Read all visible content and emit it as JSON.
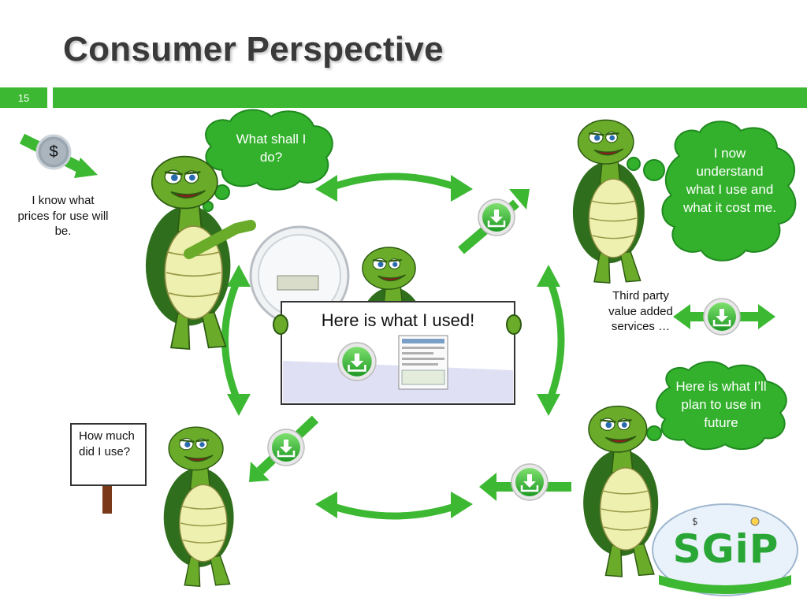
{
  "slide": {
    "title": "Consumer Perspective",
    "number": "15"
  },
  "colors": {
    "accent": "#3cb832",
    "turtle_green": "#6aab2a",
    "shell_dark": "#2f6e1c",
    "belly": "#eef0b0",
    "cloud": "#33b12c",
    "title_text": "#3a3a3a"
  },
  "labels": {
    "price_text": "I know what prices for use will be.",
    "price_symbol": "$",
    "third_party": "Third party value added services …",
    "sign_question": "How much did I use?",
    "center_sign": "Here is what I used!"
  },
  "clouds": {
    "what_shall": "What shall I do?",
    "understand": "I now understand what I use and what it cost me.",
    "plan": "Here is what I’ll  plan to use in future"
  },
  "logo": {
    "text": "SGiP"
  },
  "icons": {
    "download": "download-icon",
    "meter": "meter-icon",
    "report": "report-thumbnail-icon"
  }
}
